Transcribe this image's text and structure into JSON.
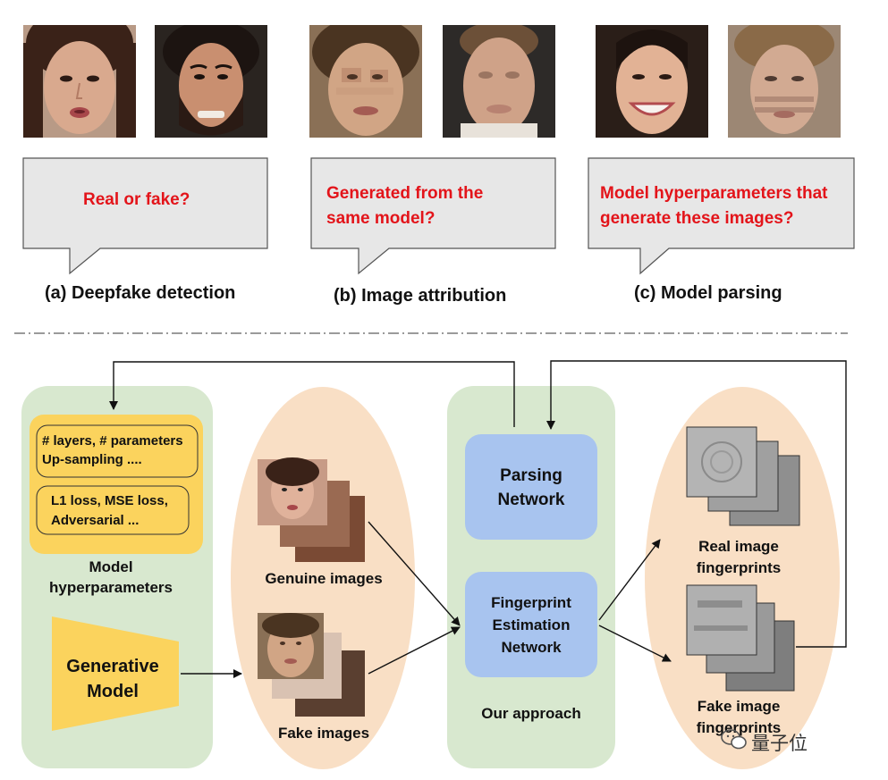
{
  "top": {
    "panels": [
      {
        "question": [
          "Real or fake?"
        ],
        "caption": "(a) Deepfake detection"
      },
      {
        "question": [
          "Generated from the",
          "same model?"
        ],
        "caption": "(b) Image attribution"
      },
      {
        "question": [
          "Model hyperparameters that",
          "generate these images?"
        ],
        "caption": "(c) Model parsing"
      }
    ]
  },
  "bottom": {
    "hyper_box": {
      "line1": "# layers, # parameters",
      "line2": "Up-sampling ....",
      "line3": "L1 loss,  MSE loss,",
      "line4": "Adversarial ...",
      "label1": "Model",
      "label2": "hyperparameters"
    },
    "generative_model": {
      "line1": "Generative",
      "line2": "Model"
    },
    "genuine_label": "Genuine images",
    "fake_label": "Fake images",
    "parsing_network": {
      "line1": "Parsing",
      "line2": "Network"
    },
    "fingerprint_network": {
      "line1": "Fingerprint",
      "line2": "Estimation",
      "line3": "Network"
    },
    "approach_label": "Our approach",
    "real_fp_label": {
      "line1": "Real image",
      "line2": "fingerprints"
    },
    "fake_fp_label": {
      "line1": "Fake image",
      "line2": "fingerprints"
    },
    "watermark": "量子位"
  },
  "colors": {
    "green_panel": "#d8e8cf",
    "orange_ellipse": "#f9dfc5",
    "yellow_box": "#fbd35d",
    "blue_box": "#a8c4ef",
    "bubble_fill": "#e7e7e7",
    "question_red": "#e3141a"
  }
}
